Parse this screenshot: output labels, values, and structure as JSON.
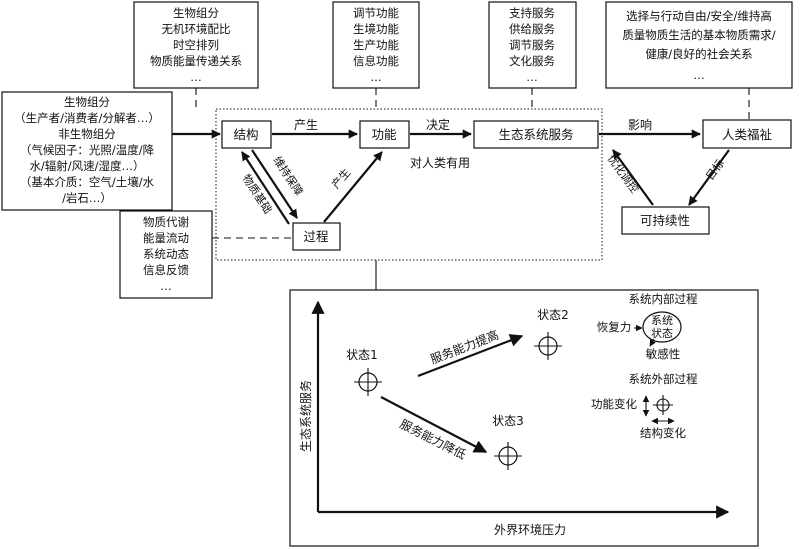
{
  "top_boxes": {
    "structure_factors": [
      "生物组分",
      "无机环境配比",
      "时空排列",
      "物质能量传递关系",
      "…"
    ],
    "functions": [
      "调节功能",
      "生境功能",
      "生产功能",
      "信息功能",
      "…"
    ],
    "services": [
      "支持服务",
      "供给服务",
      "调节服务",
      "文化服务",
      "…"
    ],
    "wellbeing_needs": [
      "选择与行动自由/安全/维持高",
      "质量物质生活的基本物质需求/",
      "健康/良好的社会关系",
      "…"
    ]
  },
  "left_boxes": {
    "components": [
      "生物组分",
      "（生产者/消费者/分解者…）",
      "非生物组分",
      "（气候因子：光照/温度/降",
      "水/辐射/风速/湿度…）",
      "（基本介质：空气/土壤/水",
      "/岩石…）"
    ],
    "processes": [
      "物质代谢",
      "能量流动",
      "系统动态",
      "信息反馈",
      "…"
    ]
  },
  "nodes": {
    "structure": "结构",
    "function": "功能",
    "service": "生态系统服务",
    "wellbeing": "人类福祉",
    "process": "过程",
    "sustainability": "可持续性"
  },
  "edge_labels": {
    "produce_top": "产生",
    "decide": "决定",
    "influence": "影响",
    "useful": "对人类有用",
    "maintain": "维持保障",
    "material_basis": "物质基础",
    "produce_diag": "产生",
    "optimize": "优化调控",
    "goal": "目标"
  },
  "lower_panel": {
    "y_axis": "生态系统服务",
    "x_axis": "外界环境压力",
    "state1": "状态1",
    "state2": "状态2",
    "state3": "状态3",
    "increase": "服务能力提高",
    "decrease": "服务能力降低",
    "internal_title": "系统内部过程",
    "resilience": "恢复力",
    "system_state_1": "系统",
    "system_state_2": "状态",
    "sensitivity": "敏感性",
    "external_title": "系统外部过程",
    "function_change": "功能变化",
    "structure_change": "结构变化"
  }
}
